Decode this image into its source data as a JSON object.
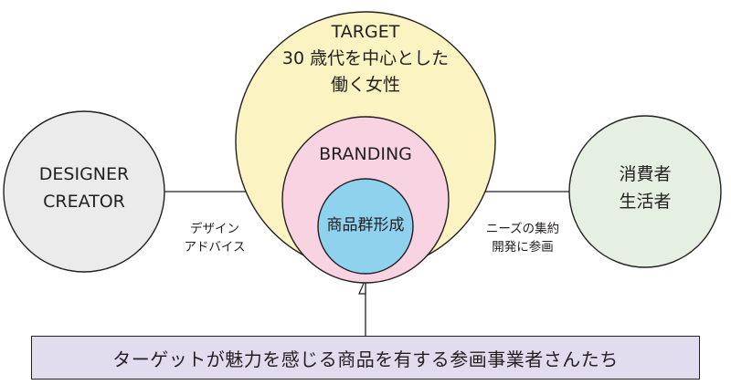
{
  "colors": {
    "target_fill": "#fbf3c2",
    "branding_fill": "#f8d4e3",
    "product_fill": "#8fd2ee",
    "side_fill": "#ebebeb",
    "consumer_fill": "#e6f0e2",
    "box_fill": "#e2dcef",
    "line": "#231f20"
  },
  "target": {
    "line1": "TARGET",
    "line2": "30 歳代を中心とした",
    "line3": "働く女性"
  },
  "branding": {
    "label": "BRANDING"
  },
  "product": {
    "label": "商品群形成"
  },
  "designer": {
    "line1": "DESIGNER",
    "line2": "CREATOR"
  },
  "consumer": {
    "line1": "消費者",
    "line2": "生活者"
  },
  "advice": {
    "line1": "デザイン",
    "line2": "アドバイス"
  },
  "needs": {
    "line1": "ニーズの集約",
    "line2": "開発に参画"
  },
  "bottom_box": {
    "text": "ターゲットが魅力を感じる商品を有する参画事業者さんたち"
  }
}
